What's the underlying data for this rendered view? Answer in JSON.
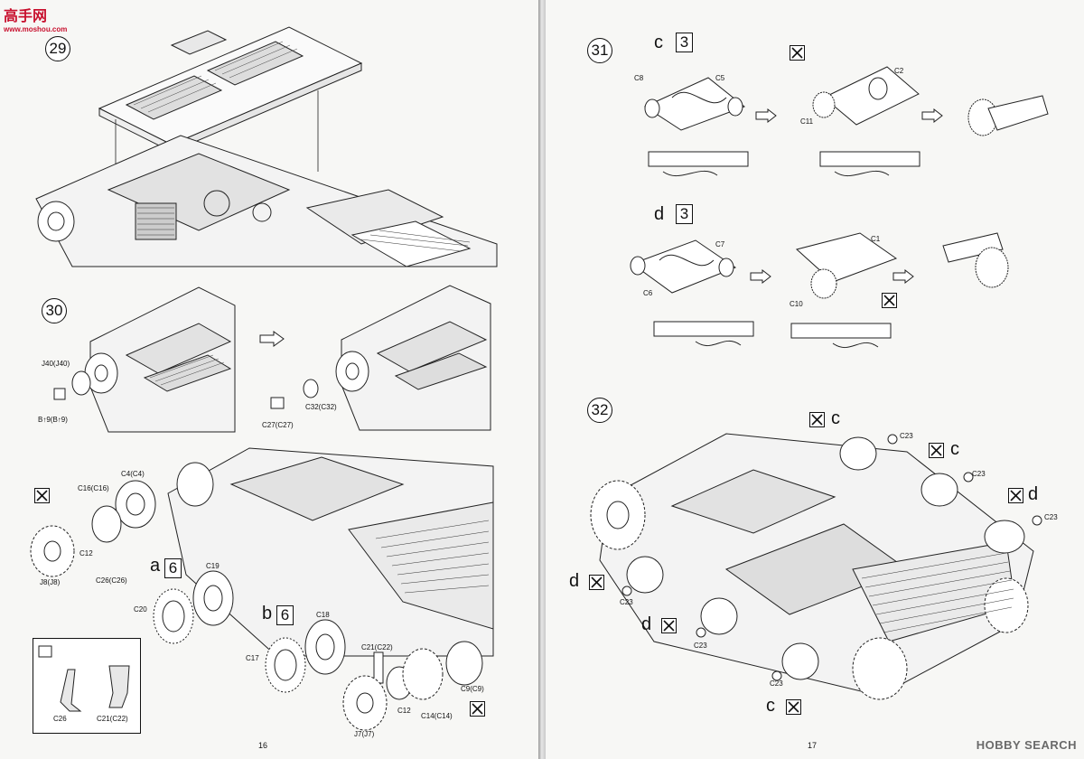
{
  "watermark": {
    "top": "高手网",
    "bottom": "www.moshou.com"
  },
  "footer_brand": "HOBBY SEARCH",
  "pages": {
    "left": "16",
    "right": "17"
  },
  "steps": {
    "s29": "29",
    "s30": "30",
    "s31": "31",
    "s32": "32"
  },
  "labels30": {
    "j40": "J40(J40)",
    "b9": "B↑9(B↑9)",
    "c27": "C27(C27)",
    "c32": "C32(C32)"
  },
  "labels30b": {
    "c16": "C16(C16)",
    "c4": "C4(C4)",
    "c12a": "C12",
    "c26": "C26(C26)",
    "j8": "J8(J8)",
    "a": "a",
    "six_a": "6",
    "c19": "C19",
    "c20": "C20",
    "b": "b",
    "six_b": "6",
    "c18": "C18",
    "c17": "C17",
    "c21": "C21(C22)",
    "c12b": "C12",
    "c9": "C9(C9)",
    "c14": "C14(C14)",
    "j7": "J7(J7)"
  },
  "legend": {
    "c26": "C26",
    "c21": "C21(C22)"
  },
  "labels31": {
    "c": "c",
    "three_c": "3",
    "c8": "C8",
    "c5": "C5",
    "c2": "C2",
    "c11": "C11",
    "d": "d",
    "three_d": "3",
    "c7": "C7",
    "c6": "C6",
    "c1": "C1",
    "c10": "C10"
  },
  "labels32": {
    "c_a": "c",
    "c_b": "c",
    "d_a": "d",
    "d_b": "d",
    "d_c": "d",
    "c_c": "c",
    "c23": "C23"
  }
}
